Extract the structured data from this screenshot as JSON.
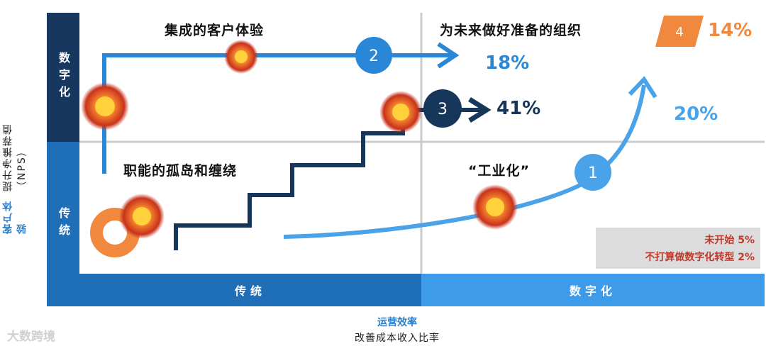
{
  "y_axis": {
    "title": "客户体验",
    "subtitle": "提升净推荐值（NPS）"
  },
  "rows": {
    "top": "数字化",
    "bottom": "传统"
  },
  "columns": {
    "left": "传统",
    "right": "数字化"
  },
  "x_axis": {
    "title": "运营效率",
    "subtitle": "改善成本收入比率"
  },
  "quadrants": {
    "top_left": "集成的客户体验",
    "top_right": "为未来做好准备的组织",
    "bottom_left": "职能的孤岛和缠绕",
    "bottom_right": "“工业化”"
  },
  "paths": [
    {
      "number": "1",
      "percent": "20%",
      "color": "#4aa3e8"
    },
    {
      "number": "2",
      "percent": "18%",
      "color": "#2a86d6"
    },
    {
      "number": "3",
      "percent": "41%",
      "color": "#16365a"
    },
    {
      "number": "4",
      "percent": "14%",
      "color": "#f0883e"
    }
  ],
  "legend": {
    "not_started": "未开始  5%",
    "no_plan": "不打算做数字化转型  2%"
  },
  "watermark": "大数跨境",
  "colors": {
    "dark_navy": "#17375e",
    "mid_blue": "#1f6fb8",
    "light_blue": "#3d9be9",
    "orange": "#f0883e",
    "grid": "#cccccc"
  }
}
